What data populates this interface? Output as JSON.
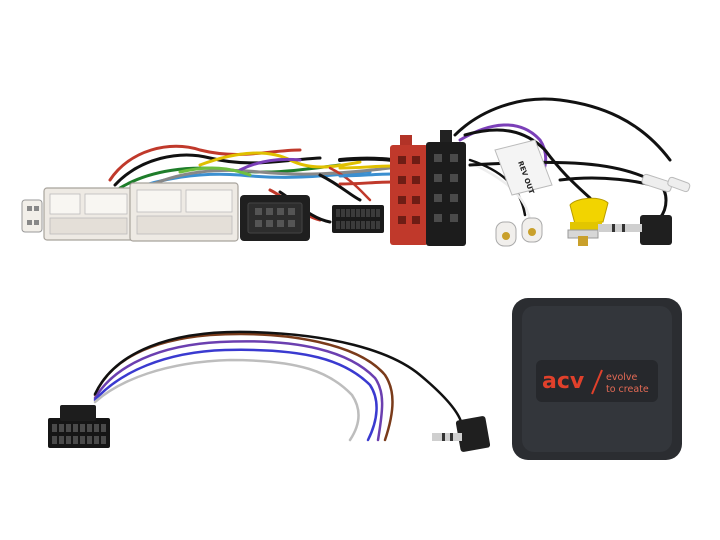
{
  "image": {
    "alt": "Steering wheel control interface kit: wiring harness with ISO and vehicle connectors, reverse RCA output, 3.5mm jack cable, and ACV interface box"
  },
  "harness": {
    "rev_out_label": "REV OUT",
    "rca_color": "#f2d400",
    "iso_power_color": "#c0392b",
    "iso_speaker_color": "#1c1c1c",
    "vehicle_connector_color": "#eeeae4"
  },
  "lead": {
    "wire_colors": [
      "#7a3b1a",
      "#6b3fb0",
      "#3a3ad0",
      "#ffffff",
      "#bdbdbd"
    ]
  },
  "interface_box": {
    "brand": "acv",
    "tagline_line1": "evolve",
    "tagline_line2": "to create",
    "body_color": "#2b2d31",
    "accent_color": "#e0402b"
  }
}
